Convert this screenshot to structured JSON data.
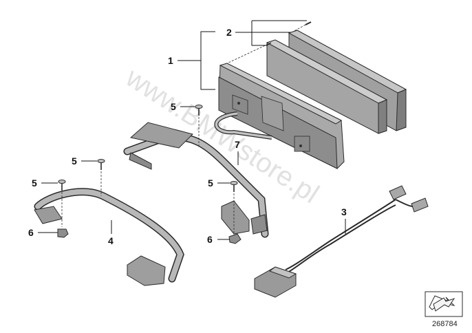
{
  "watermark": "www.BMWstore.pl",
  "diagram_number": "268784",
  "callouts": [
    {
      "id": "c1",
      "label": "1"
    },
    {
      "id": "c2",
      "label": "2"
    },
    {
      "id": "c3",
      "label": "3"
    },
    {
      "id": "c4",
      "label": "4"
    },
    {
      "id": "c5a",
      "label": "5"
    },
    {
      "id": "c5b",
      "label": "5"
    },
    {
      "id": "c5c",
      "label": "5"
    },
    {
      "id": "c5d",
      "label": "5"
    },
    {
      "id": "c6a",
      "label": "6"
    },
    {
      "id": "c6b",
      "label": "6"
    },
    {
      "id": "c7",
      "label": "7"
    }
  ],
  "icons": {
    "orientation": "direction-arrow-icon"
  },
  "colors": {
    "part_gray": "#9a9a9a",
    "part_light": "#c4c4c4",
    "outline": "#2a2a2a",
    "watermark": "#c9c9c9"
  }
}
